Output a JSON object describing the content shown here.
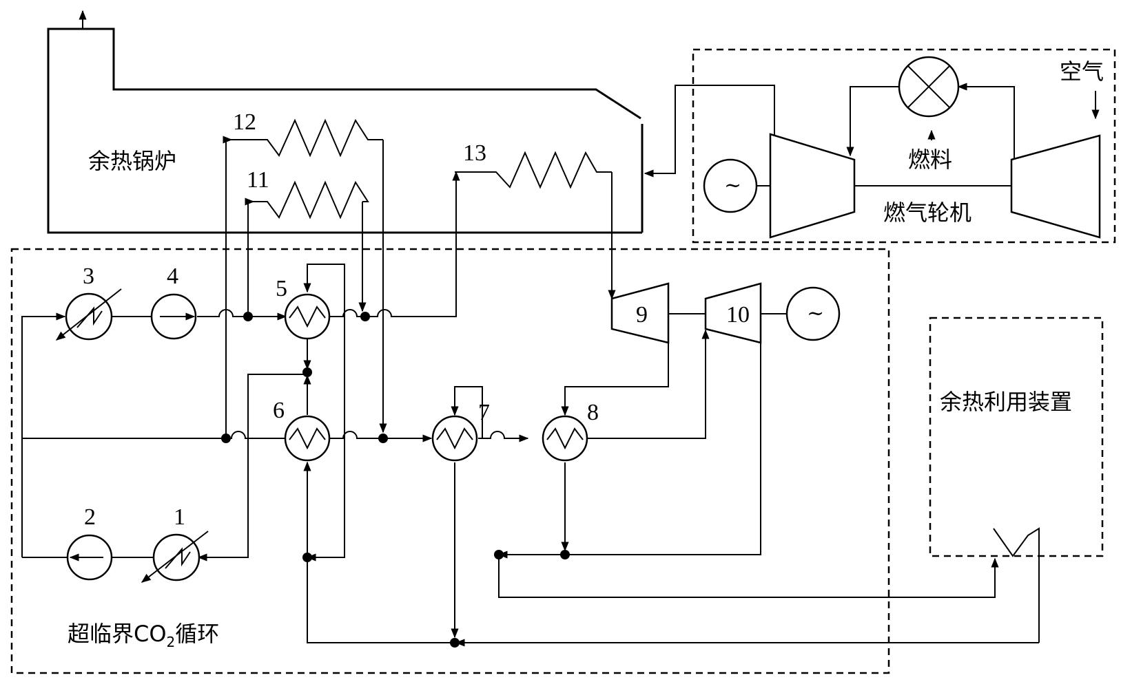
{
  "labels": {
    "hrsg": "余热锅炉",
    "gas_turbine": "燃气轮机",
    "air": "空气",
    "fuel": "燃料",
    "waste_heat_unit": "余热利用装置",
    "sco2_cycle_prefix": "超临界CO",
    "sco2_cycle_subscript": "2",
    "sco2_cycle_suffix": "循环",
    "generator_symbol": "~"
  },
  "component_numbers": [
    "1",
    "2",
    "3",
    "4",
    "5",
    "6",
    "7",
    "8",
    "9",
    "10",
    "11",
    "12",
    "13"
  ]
}
